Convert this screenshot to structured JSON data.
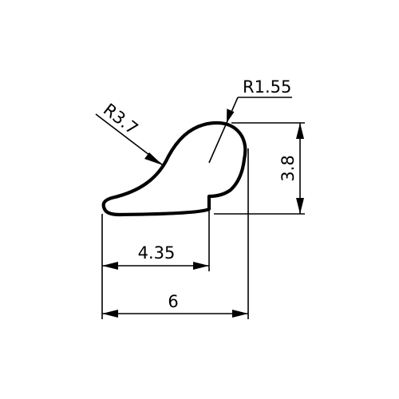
{
  "dimensions": {
    "radius_large": "R3.7",
    "radius_small": "R1.55",
    "height": "3.8",
    "width_inner": "4.35",
    "width_total": "6"
  }
}
